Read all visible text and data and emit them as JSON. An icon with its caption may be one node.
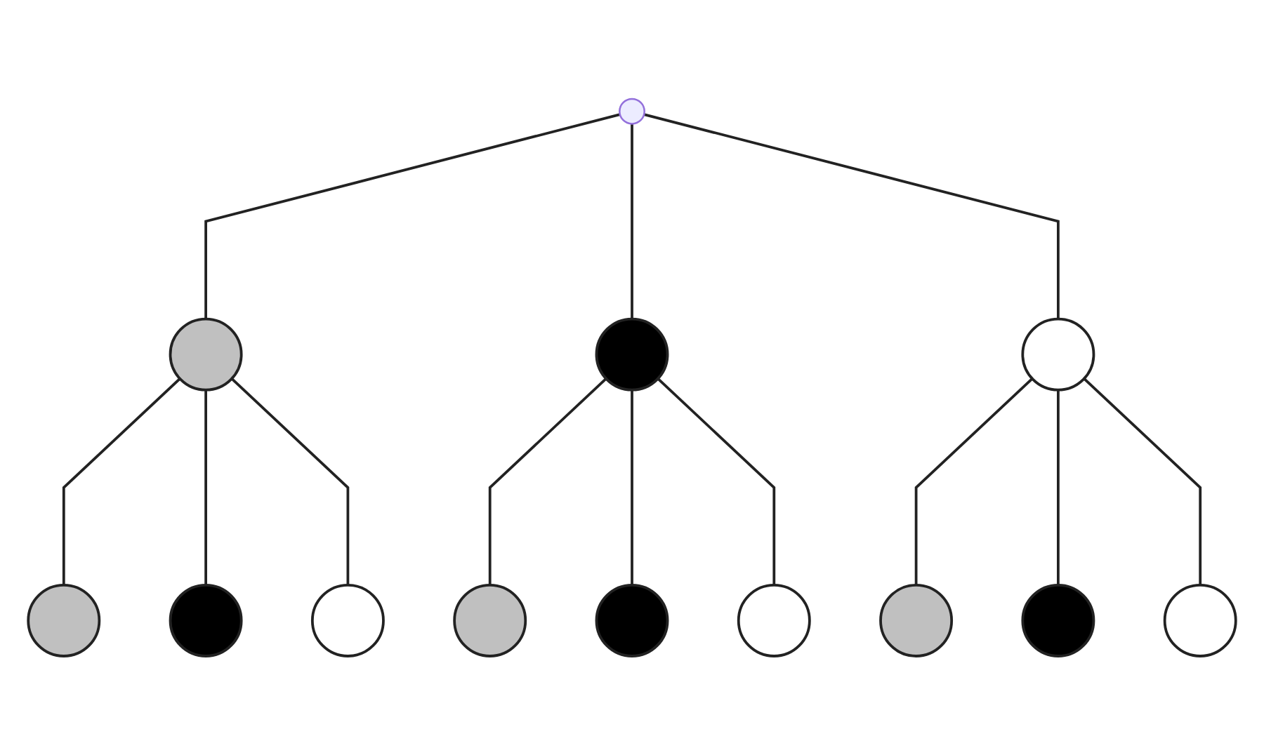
{
  "diagram": {
    "nodes": [
      {
        "text": [],
        "shape": "point"
      },
      {
        "text": [],
        "shape": "circle"
      },
      {
        "text": [],
        "shape": "circle"
      },
      {
        "text": [],
        "shape": "circle"
      },
      {
        "text": [],
        "shape": "circle"
      },
      {
        "text": [],
        "shape": "circle"
      },
      {
        "text": [],
        "shape": "circle"
      },
      {
        "text": [],
        "shape": "circle"
      },
      {
        "text": [],
        "shape": "circle"
      },
      {
        "text": [],
        "shape": "circle"
      },
      {
        "text": [],
        "shape": "circle"
      },
      {
        "text": [],
        "shape": "circle"
      },
      {
        "text": [],
        "shape": "circle"
      }
    ],
    "edges": [
      {
        "from": 0,
        "to": 1,
        "arrow": "none"
      },
      {
        "from": 0,
        "to": 2,
        "arrow": "none"
      },
      {
        "from": 0,
        "to": 3,
        "arrow": "none"
      },
      {
        "from": 1,
        "to": 4,
        "arrow": "none"
      },
      {
        "from": 1,
        "to": 5,
        "arrow": "none"
      },
      {
        "from": 1,
        "to": 6,
        "arrow": "none"
      },
      {
        "from": 2,
        "to": 7,
        "arrow": "none"
      },
      {
        "from": 2,
        "to": 8,
        "arrow": "none"
      },
      {
        "from": 2,
        "to": 9,
        "arrow": "none"
      },
      {
        "from": 3,
        "to": 10,
        "arrow": "none"
      },
      {
        "from": 3,
        "to": 11,
        "arrow": "none"
      },
      {
        "from": 3,
        "to": 12,
        "arrow": "none"
      }
    ]
  }
}
